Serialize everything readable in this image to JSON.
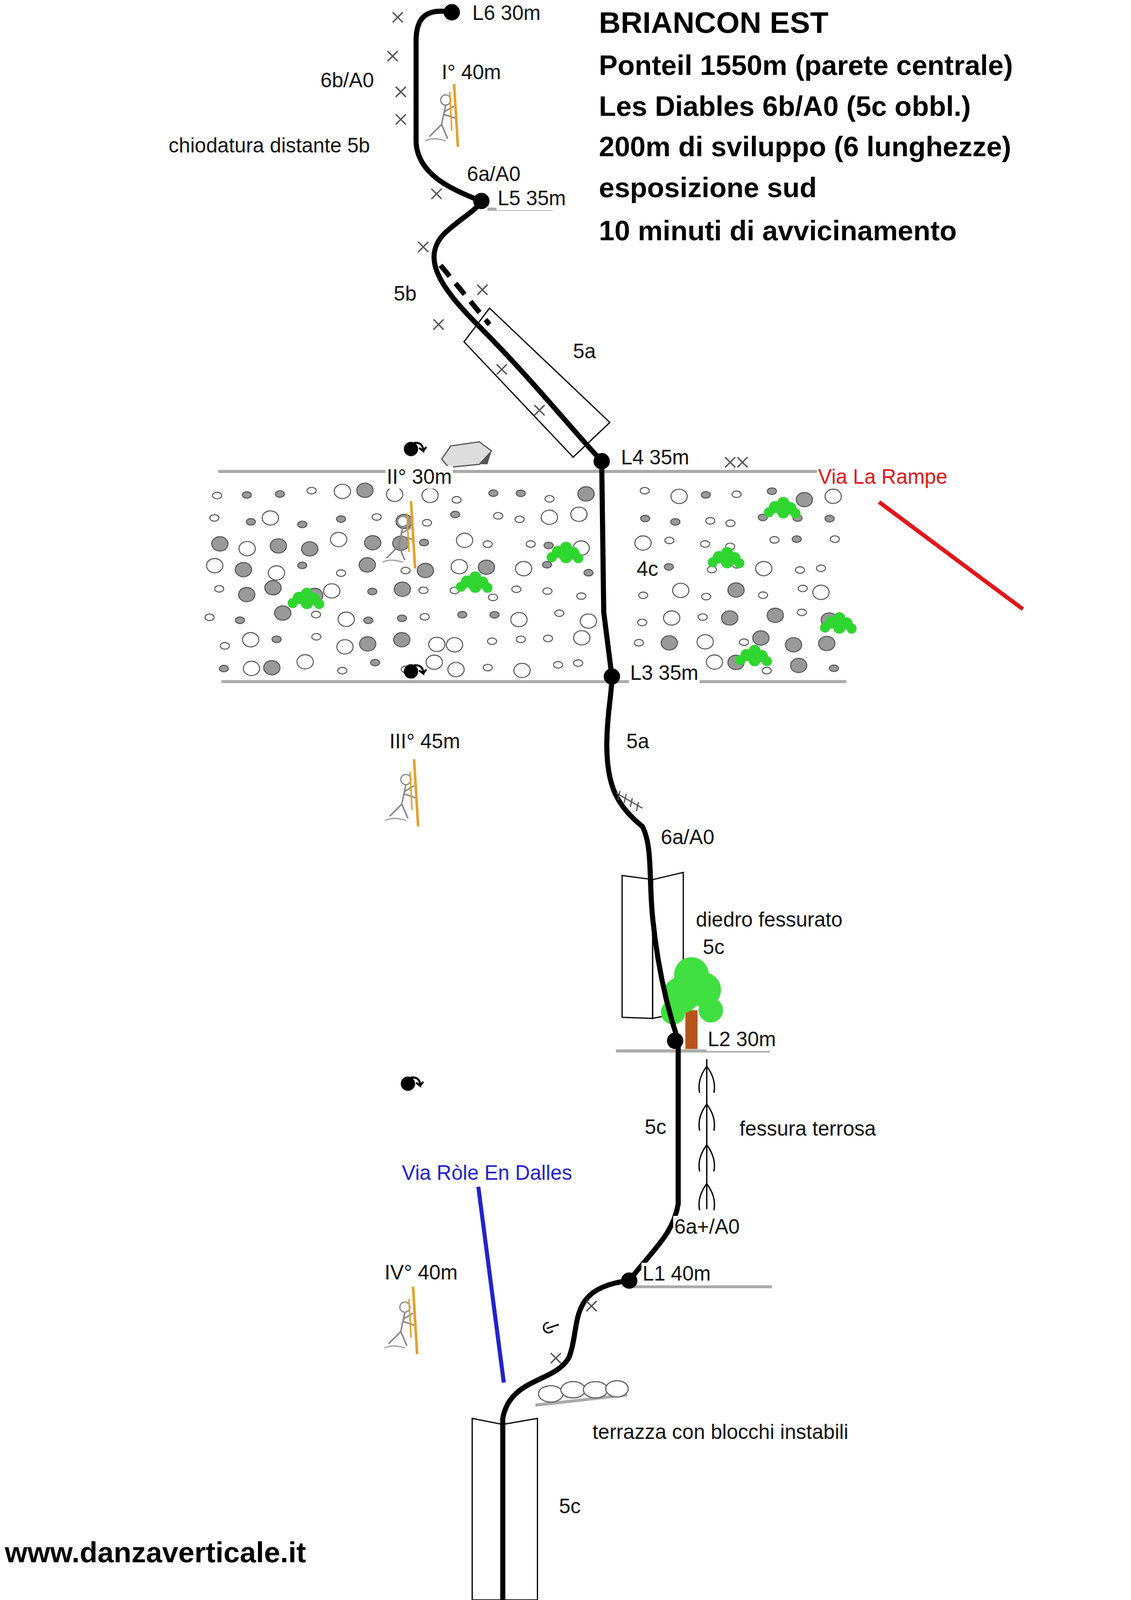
{
  "diagram": {
    "title": "BRIANCON EST",
    "labels": [
      "Ponteil 1550m (parete centrale)",
      "Les Diables 6b/A0 (5c obbl.)",
      "200m di sviluppo (6 lunghezze)",
      "esposizione sud",
      "10 minuti di avvicinamento",
      "L6 30m",
      "6b/A0",
      "I° 40m",
      "chiodatura distante 5b",
      "6a/A0",
      "L5 35m",
      "5b",
      "5a",
      "L4 35m",
      "II° 30m",
      "Via La Rampe",
      "4c",
      "L3 35m",
      "III° 45m",
      "5a",
      "6a/A0",
      "diedro fessurato",
      "5c",
      "L2 30m",
      "5c",
      "fessura terrosa",
      "Via Ròle En Dalles",
      "6a+/A0",
      "L1 40m",
      "IV° 40m",
      "terrazza con blocchi instabili",
      "5c",
      "www.danzaverticale.it"
    ]
  }
}
